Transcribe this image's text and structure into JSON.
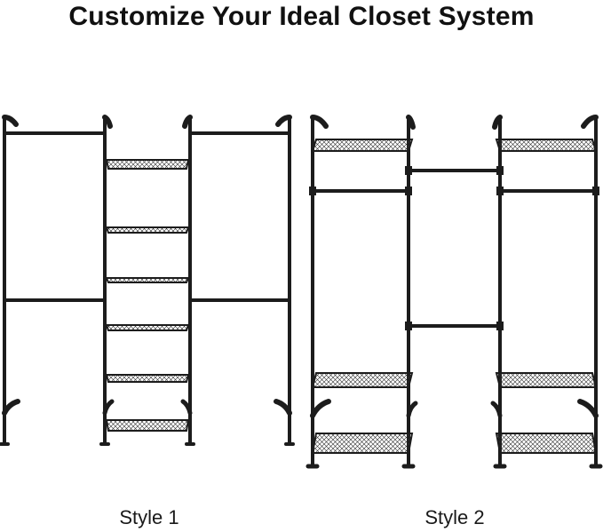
{
  "title": "Customize Your Ideal Closet System",
  "styles": [
    {
      "label": "Style 1"
    },
    {
      "label": "Style 2"
    }
  ],
  "colors": {
    "pipe": "#1c1c1c",
    "shelf": "#2a2a2a",
    "background": "#ffffff"
  }
}
